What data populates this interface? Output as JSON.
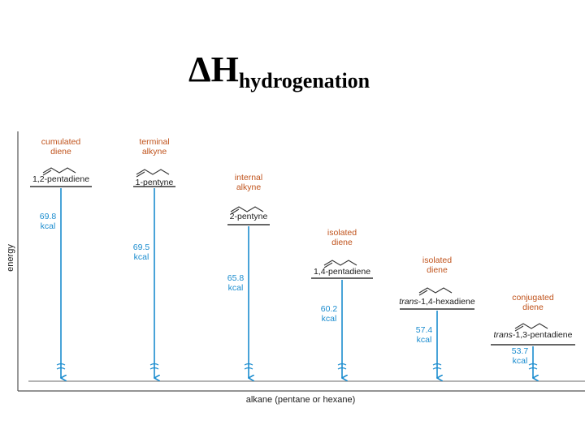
{
  "title": {
    "symbol": "ΔH",
    "subscript": "hydrogenation"
  },
  "y_axis_label": "energy",
  "x_axis_label": "alkane (pentane or hexane)",
  "colors": {
    "arrow": "#1a8ccf",
    "class_label": "#c0531c",
    "text": "#1c1c1c",
    "axis": "#555555"
  },
  "compounds": [
    {
      "class_lines": [
        "cumulated",
        "diene"
      ],
      "name_prefix": "",
      "name": "1,2-pentadiene",
      "value": "69.8",
      "unit": "kcal"
    },
    {
      "class_lines": [
        "terminal",
        "alkyne"
      ],
      "name_prefix": "",
      "name": "1-pentyne",
      "value": "69.5",
      "unit": "kcal"
    },
    {
      "class_lines": [
        "internal",
        "alkyne"
      ],
      "name_prefix": "",
      "name": "2-pentyne",
      "value": "65.8",
      "unit": "kcal"
    },
    {
      "class_lines": [
        "isolated",
        "diene"
      ],
      "name_prefix": "",
      "name": "1,4-pentadiene",
      "value": "60.2",
      "unit": "kcal"
    },
    {
      "class_lines": [
        "isolated",
        "diene"
      ],
      "name_prefix": "trans",
      "name": "-1,4-hexadiene",
      "value": "57.4",
      "unit": "kcal"
    },
    {
      "class_lines": [
        "conjugated",
        "diene"
      ],
      "name_prefix": "trans",
      "name": "-1,3-pentadiene",
      "value": "53.7",
      "unit": "kcal"
    }
  ]
}
